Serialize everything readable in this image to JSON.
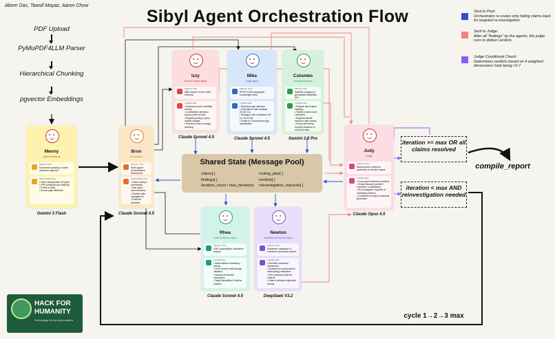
{
  "header": {
    "authors": "Abeer Das, Tawsif Mayaz, Aaron Chow",
    "title": "Sibyl Agent Orchestration Flow"
  },
  "pipeline": {
    "steps": [
      "PDF Upload",
      "PyMuPDF4LLM Parser",
      "Hierarchical Chunking",
      "pgvector Embeddings"
    ]
  },
  "legend": [
    {
      "heading": "Sent to Pool:",
      "text": "Orchestrator re-routes only failing claims back for targeted re-investigation",
      "color": "#2f4ed8"
    },
    {
      "heading": "Sent to Judge:",
      "text": "After all \"findings\" by the agents, the judge runs to deliver verdicts",
      "color": "#f08282"
    },
    {
      "heading": "Judge Conditional Check:",
      "text": "Determines verdicts based on 4 weighted dimensions' total being >0.7",
      "color": "#8a5cf0"
    }
  ],
  "agents": {
    "menny": {
      "name": "Menny",
      "role": "Claims Extractor",
      "model": "Gemini 3 Flash",
      "sec1_head": "SPECIAL TOOL",
      "sec1_text": "Document parsing & claim detection pipeline",
      "sec2_head": "RESPONSIBILITIES",
      "sec2_items": [
        "Claim categorization (5 types)",
        "IFRS paragraph pre-mapping",
        "Priority scoring",
        "Source page attribution"
      ]
    },
    "bron": {
      "name": "Bron",
      "role": "Orchestrator",
      "model": "Claude Sonnet 4.5",
      "sec1_head": "SPECIAL TOOL",
      "sec1_text": "Multi-agent orchestration framework",
      "sec2_head": "RESPONSIBILITIES",
      "sec2_items": [
        "Claim routing & prioritization",
        "Inter-agent communication",
        "Pipeline state management",
        "Evidence synthesis"
      ]
    },
    "izzy": {
      "name": "Izzy",
      "role": "News & Media Agent",
      "model": "Claude Sonnet 4.5",
      "sec1_head": "SPECIAL TOOL",
      "sec1_text": "Web search & live news retrieval",
      "sec2_head": "CAPABILITIES",
      "sec2_items": [
        "Real-time source credibility scoring",
        "Contradiction detection across public records",
        "Regulatory filing & press release analysis",
        "Real-time news coverage scanning"
      ]
    },
    "mike": {
      "name": "Mike",
      "role": "Legal Agent",
      "model": "Claude Sonnet 4.5",
      "sec1_head": "SPECIAL TOOL",
      "sec1_text": "IFRS S1/S2 paragraph knowledge base",
      "sec2_head": "CAPABILITIES",
      "sec2_items": [
        "Disclosure gap detection",
        "Governance claim analysis (S1/S2-11)",
        "Strategy & risk compliance (S2 14, S2 22-26)",
        "Partial vs. nondisclosure gap classification"
      ]
    },
    "columbo": {
      "name": "Columbo",
      "role": "Geography Agent",
      "model": "Gemini 2.5 Pro",
      "sec1_head": "SPECIAL TOOL",
      "sec1_text": "Satellite imagery & geospatial database API",
      "sec2_head": "CAPABILITIES",
      "sec2_items": [
        "Physical risk location mapping",
        "Facility & asset count verification",
        "Regional climate exposure data overlay",
        "Cross-referencing reported locations vs. real world data"
      ]
    },
    "judy": {
      "name": "Judy",
      "role": "Judge",
      "model": "Claude Opus 4.5",
      "sec1_head": "SPECIAL TOOL",
      "sec1_text": "Multi-source evidence synthesis & verdict engine",
      "sec2_head": "CAPABILITIES",
      "sec2_items": [
        "Cross-agent evidence synthesis",
        "Verdict issuance (verified / unverified / contradicted)",
        "Re-investigation requests on conflicting evidence",
        "Confidence scoring & reasoning generation"
      ]
    },
    "rhea": {
      "name": "Rhea",
      "role": "Data & Metrics Agent",
      "model": "Claude Sonnet 4.5",
      "sec1_head": "SPECIAL TOOL",
      "sec1_text": "GHG quantitative validation engine",
      "sec2_head": "CAPABILITIES",
      "sec2_items": [
        "Mathematical consistency checks",
        "GHG Protocol methodology validation",
        "Industry benchmark comparison",
        "Target plausibility & timeline analysis"
      ]
    },
    "newton": {
      "name": "Newton",
      "role": "Academic Research Agent",
      "model": "DeepSeek V3.2",
      "sec1_head": "SPECIAL TOOL",
      "sec1_text": "Academic database & research repository search",
      "sec2_head": "CAPABILITIES",
      "sec2_items": [
        "Scientific consensus assessment",
        "Emissions & environmental methodology verification",
        "Peer-reviewed evidence retrieval",
        "Claim-to-literature alignment scoring"
      ]
    }
  },
  "pool": {
    "title": "Shared State (Message Pool)",
    "left_fields": [
      "claims[ ]",
      "findings[ ]",
      "iteration_count  /  max_iterations"
    ],
    "right_fields": [
      "routing_plan[ ]",
      "verdicts[ ]",
      "reinvestigation_requests[ ]"
    ]
  },
  "conditions": {
    "resolved": "iteration >= max OR all claims resolved",
    "reinvestigate": "iteration < max AND reinvestigation needed",
    "compile": "compile_report",
    "cycle": "cycle 1→2→3 max"
  },
  "logo": {
    "line1": "HACK FOR",
    "line2": "HUMANITY",
    "tagline": "Technology for the environment"
  },
  "colors": {
    "menny": "#fdf2b0",
    "bron": "#fde6c8",
    "izzy": "#fcdede",
    "mike": "#d7e7f9",
    "columbo": "#d6f2dc",
    "judy": "#fbdde3",
    "rhea": "#d2f3ea",
    "newton": "#e7defa",
    "pool": "#d8c8a8"
  }
}
